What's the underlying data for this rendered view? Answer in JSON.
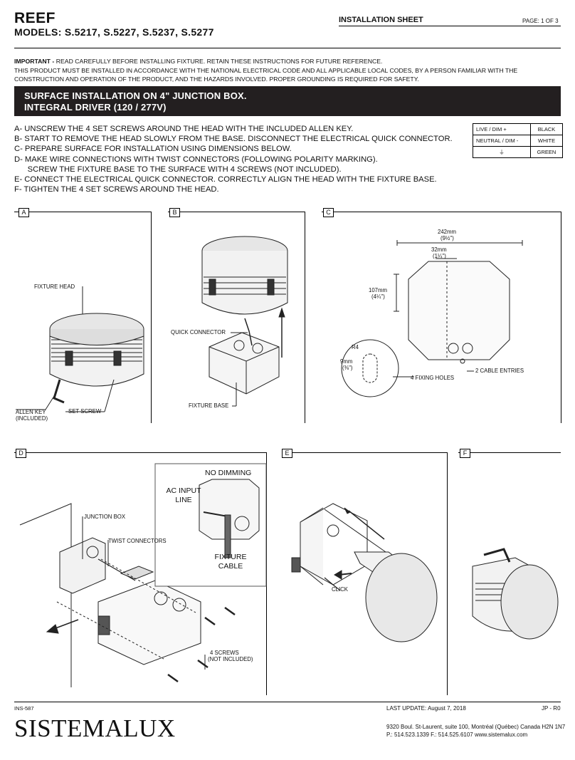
{
  "header": {
    "brand": "REEF",
    "models": "MODELS: S.5217, S.5227, S.5237, S.5277",
    "sheet_title": "INSTALLATION SHEET",
    "page": "PAGE: 1 OF 3"
  },
  "warning": {
    "important_label": "IMPORTANT -",
    "line1": " READ CAREFULLY BEFORE INSTALLING FIXTURE. RETAIN THESE INSTRUCTIONS FOR FUTURE REFERENCE.",
    "line2": "THIS PRODUCT MUST BE INSTALLED IN ACCORDANCE WITH THE NATIONAL ELECTRICAL CODE AND ALL APPLICABLE LOCAL CODES, BY A PERSON FAMILIAR WITH THE",
    "line3": "CONSTRUCTION AND OPERATION OF THE PRODUCT, AND THE HAZARDS INVOLVED. PROPER GROUNDING IS REQUIRED FOR SAFETY."
  },
  "banner": {
    "line1": "SURFACE INSTALLATION ON 4\" JUNCTION BOX.",
    "line2": "INTEGRAL DRIVER (120 / 277V)"
  },
  "steps": [
    "A- UNSCREW THE 4 SET SCREWS AROUND THE HEAD WITH THE INCLUDED ALLEN KEY.",
    "B- START TO REMOVE THE HEAD SLOWLY FROM THE BASE. DISCONNECT THE ELECTRICAL QUICK CONNECTOR.",
    "C- PREPARE SURFACE FOR INSTALLATION USING DIMENSIONS BELOW.",
    "D- MAKE WIRE CONNECTIONS WITH TWIST CONNECTORS (FOLLOWING POLARITY MARKING).",
    "      SCREW THE FIXTURE BASE TO THE SURFACE WITH 4 SCREWS (NOT INCLUDED).",
    "E- CONNECT THE ELECTRICAL QUICK CONNECTOR. CORRECTLY ALIGN THE HEAD WITH THE FIXTURE BASE.",
    "F- TIGHTEN THE 4 SET SCREWS AROUND THE HEAD."
  ],
  "wiring": [
    {
      "label": "LIVE / DIM +",
      "color": "BLACK"
    },
    {
      "label": "NEUTRAL / DIM -",
      "color": "WHITE"
    },
    {
      "label": "⏚",
      "color": "GREEN"
    }
  ],
  "panels": {
    "a": {
      "tag": "A",
      "fixture_head": "FIXTURE HEAD",
      "allen_key_1": "ALLEN KEY",
      "allen_key_2": "(INCLUDED)",
      "set_screw": "SET SCREW"
    },
    "b": {
      "tag": "B",
      "quick_connector": "QUICK CONNECTOR",
      "fixture_base": "FIXTURE BASE"
    },
    "c": {
      "tag": "C",
      "dim_242": "242mm",
      "dim_242_in": "(9½\")",
      "dim_32": "32mm",
      "dim_32_in": "(1¼\")",
      "dim_107": "107mm",
      "dim_107_in": "(4¼\")",
      "r4": "R4",
      "dim_9": "9mm",
      "dim_9_in": "(⅜\")",
      "fixing_holes": "4 FIXING HOLES",
      "cable_entries": "2 CABLE ENTRIES"
    },
    "d": {
      "tag": "D",
      "junction_box": "JUNCTION BOX",
      "twist_connectors": "TWIST CONNECTORS",
      "screws_1": "4 SCREWS",
      "screws_2": "(NOT INCLUDED)",
      "no_dimming": "NO DIMMING",
      "ac_input_1": "AC INPUT",
      "ac_input_2": "LINE",
      "fixture_cable_1": "FIXTURE",
      "fixture_cable_2": "CABLE"
    },
    "e": {
      "tag": "E",
      "click": "CLICK"
    },
    "f": {
      "tag": "F"
    }
  },
  "footer": {
    "doc_id": "INS-587",
    "last_update": "LAST UPDATE: August 7, 2018",
    "revision": "JP - R0",
    "logo": "SISTEMALUX",
    "address": "9320 Boul. St-Laurent, suite 100, Montréal (Québec) Canada H2N 1N7",
    "phones": "P.: 514.523.1339   F.: 514.525.6107  www.sistemalux.com"
  }
}
